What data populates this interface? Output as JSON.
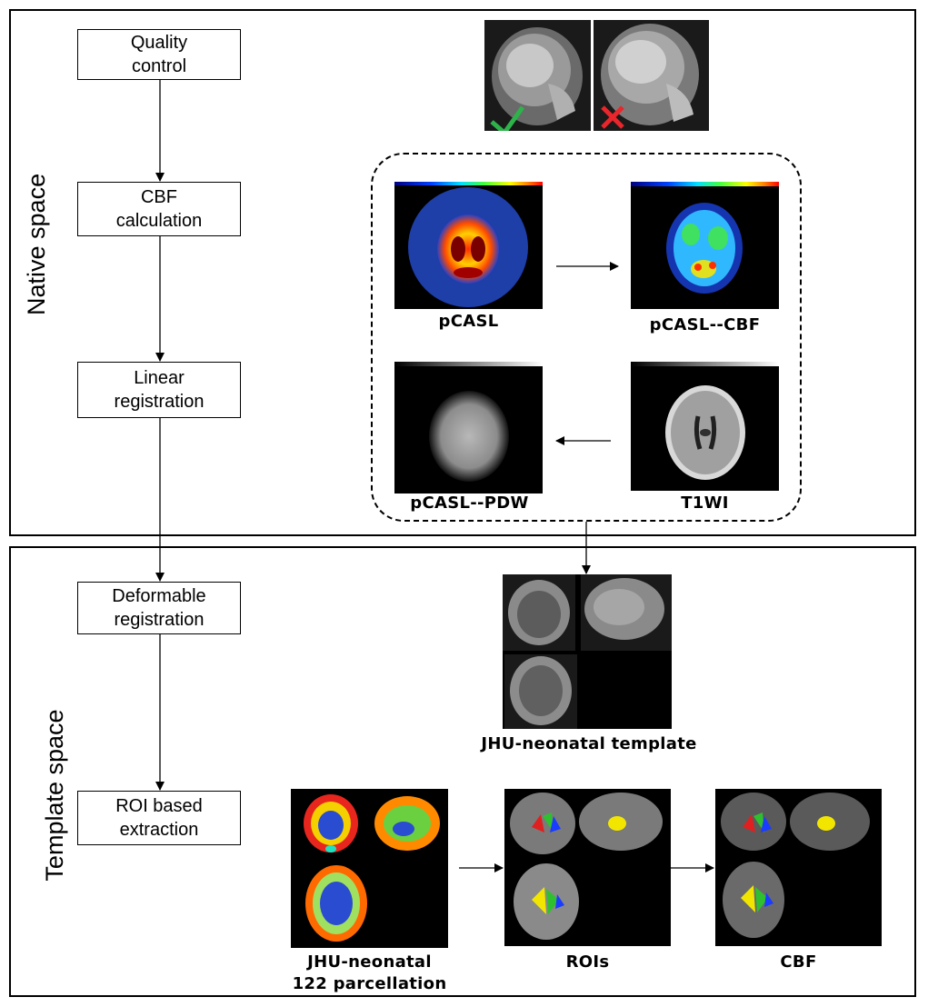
{
  "native_panel": {
    "title": "Native space",
    "steps": [
      "Quality\ncontrol",
      "CBF\ncalculation",
      "Linear\nregistration"
    ],
    "labels": {
      "pcasl": "pCASL",
      "pcasl_cbf": "pCASL--CBF",
      "pcasl_pdw": "pCASL--PDW",
      "t1wi": "T1WI"
    }
  },
  "template_panel": {
    "title": "Template space",
    "steps": [
      "Deformable\nregistration",
      "ROI based\nextraction"
    ],
    "labels": {
      "template": "JHU-neonatal template",
      "parcellation_line1": "JHU-neonatal",
      "parcellation_line2": "122 parcellation",
      "rois": "ROIs",
      "cbf": "CBF"
    }
  },
  "colors": {
    "check": "#2db34a",
    "cross": "#e8262b",
    "perfusion_bg": "#1e3ea8",
    "roi_yellow": "#f2e600",
    "roi_green": "#2fc02f",
    "roi_blue": "#1a3cff",
    "roi_red": "#e02020"
  }
}
